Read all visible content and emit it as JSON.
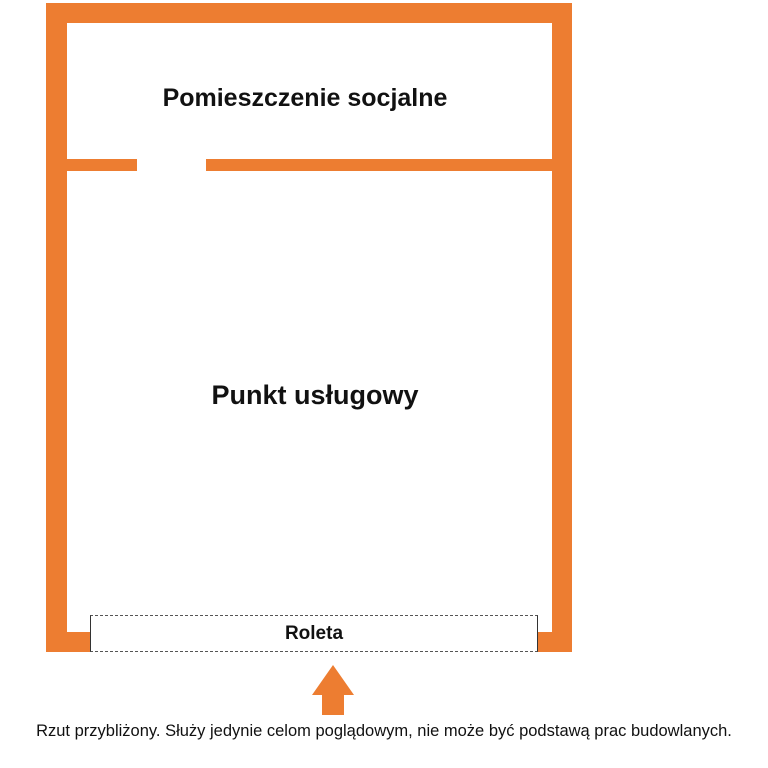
{
  "floorplan": {
    "wall_color": "#ED7D31",
    "rooms": [
      {
        "name": "Pomieszczenie socjalne"
      },
      {
        "name": "Punkt usługowy"
      }
    ],
    "shutter_label": "Roleta",
    "entrance_arrow": "arrow-up-icon"
  },
  "caption": "Rzut przybliżony. Służy jedynie celom poglądowym, nie może być podstawą prac budowlanych."
}
